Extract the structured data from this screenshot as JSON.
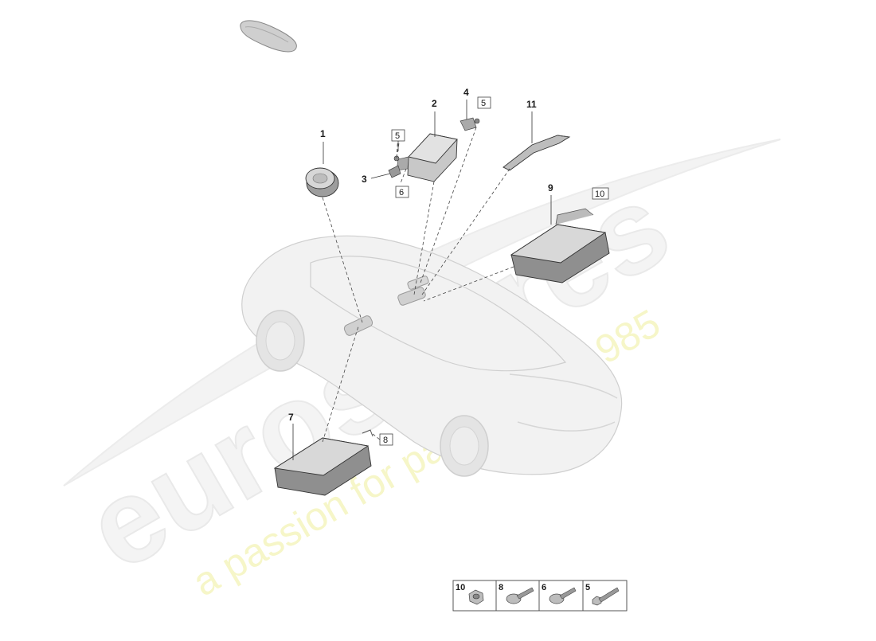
{
  "watermark": {
    "brand": "eurospares",
    "tagline": "a passion for parts since 1985"
  },
  "callouts": [
    {
      "id": "1",
      "text": "1",
      "boxed": false
    },
    {
      "id": "2",
      "text": "2",
      "boxed": false
    },
    {
      "id": "3",
      "text": "3",
      "boxed": false
    },
    {
      "id": "4",
      "text": "4",
      "boxed": false
    },
    {
      "id": "5a",
      "text": "5",
      "boxed": true
    },
    {
      "id": "5b",
      "text": "5",
      "boxed": true
    },
    {
      "id": "6",
      "text": "6",
      "boxed": true
    },
    {
      "id": "7",
      "text": "7",
      "boxed": false
    },
    {
      "id": "8",
      "text": "8",
      "boxed": true
    },
    {
      "id": "9",
      "text": "9",
      "boxed": false
    },
    {
      "id": "10",
      "text": "10",
      "boxed": true
    },
    {
      "id": "11",
      "text": "11",
      "boxed": false
    }
  ],
  "hardware_legend": [
    {
      "number": "10",
      "icon": "flange-nut-icon"
    },
    {
      "number": "8",
      "icon": "mushroom-bolt-icon"
    },
    {
      "number": "6",
      "icon": "mushroom-bolt-icon"
    },
    {
      "number": "5",
      "icon": "hex-bolt-icon"
    }
  ]
}
